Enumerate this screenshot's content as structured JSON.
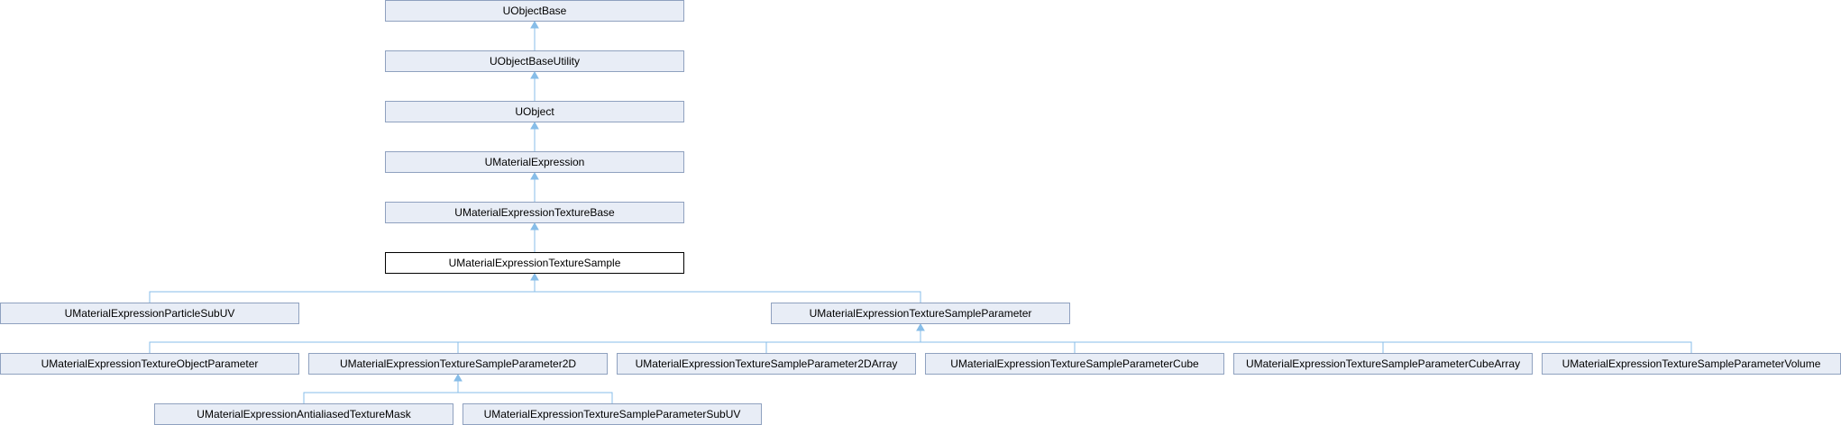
{
  "nodes": {
    "uobjectbase": "UObjectBase",
    "uobjectbaseutility": "UObjectBaseUtility",
    "uobject": "UObject",
    "umaterialexpression": "UMaterialExpression",
    "texturebase": "UMaterialExpressionTextureBase",
    "texturesample": "UMaterialExpressionTextureSample",
    "particlesubuv": "UMaterialExpressionParticleSubUV",
    "texturesampleparameter": "UMaterialExpressionTextureSampleParameter",
    "textureobjectparameter": "UMaterialExpressionTextureObjectParameter",
    "texturesampleparameter2d": "UMaterialExpressionTextureSampleParameter2D",
    "texturesampleparameter2darray": "UMaterialExpressionTextureSampleParameter2DArray",
    "texturesampleparametercube": "UMaterialExpressionTextureSampleParameterCube",
    "texturesampleparametercubearray": "UMaterialExpressionTextureSampleParameterCubeArray",
    "texturesampleparametervolume": "UMaterialExpressionTextureSampleParameterVolume",
    "antialiasedtexturemask": "UMaterialExpressionAntialiasedTextureMask",
    "texturesampleparametersubuv": "UMaterialExpressionTextureSampleParameterSubUV"
  },
  "edges": [
    [
      "uobjectbaseutility",
      "uobjectbase"
    ],
    [
      "uobject",
      "uobjectbaseutility"
    ],
    [
      "umaterialexpression",
      "uobject"
    ],
    [
      "texturebase",
      "umaterialexpression"
    ],
    [
      "texturesample",
      "texturebase"
    ],
    [
      "particlesubuv",
      "texturesample"
    ],
    [
      "texturesampleparameter",
      "texturesample"
    ],
    [
      "textureobjectparameter",
      "texturesampleparameter"
    ],
    [
      "texturesampleparameter2d",
      "texturesampleparameter"
    ],
    [
      "texturesampleparameter2darray",
      "texturesampleparameter"
    ],
    [
      "texturesampleparametercube",
      "texturesampleparameter"
    ],
    [
      "texturesampleparametercubearray",
      "texturesampleparameter"
    ],
    [
      "texturesampleparametervolume",
      "texturesampleparameter"
    ],
    [
      "antialiasedtexturemask",
      "texturesampleparameter2d"
    ],
    [
      "texturesampleparametersubuv",
      "texturesampleparameter2d"
    ]
  ],
  "current_node": "texturesample",
  "colors": {
    "edge": "#87bde8",
    "node_fill": "#e8edf6",
    "node_border": "#8fa1bf",
    "current_border": "#000000"
  }
}
